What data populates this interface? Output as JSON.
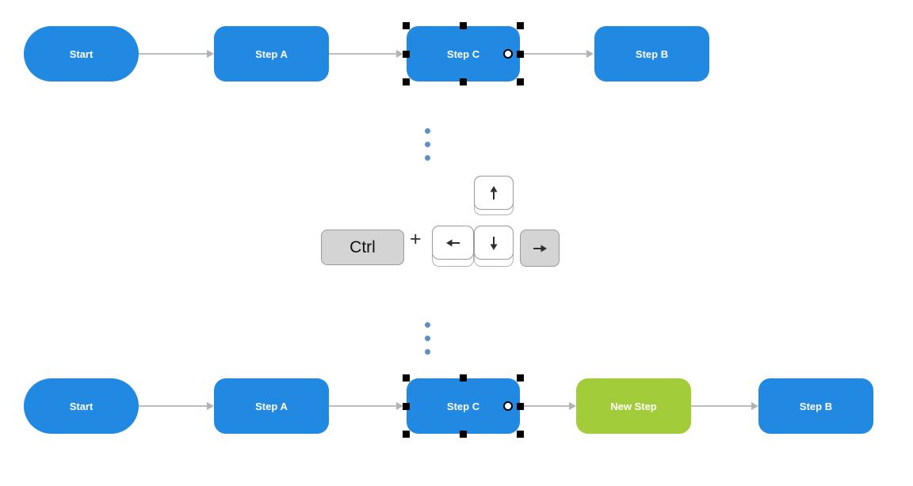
{
  "colors": {
    "node_blue": "#2289e3",
    "node_green": "#a3cc3a",
    "node_text": "#ffffff",
    "connector": "#bcbcbc",
    "connector_arrowhead": "#b3b3b3",
    "ellipsis_dot": "#5e8fc9",
    "key_pressed_fill": "#d4d4d4",
    "key_fill": "#ffffff",
    "key_border": "#999999",
    "key_glyph": "#2e2e2e",
    "selection_handle": "#000000"
  },
  "flow_before": {
    "nodes": [
      {
        "label": "Start",
        "shape": "stadium",
        "fill": "blue",
        "selected": false
      },
      {
        "label": "Step A",
        "shape": "rounded",
        "fill": "blue",
        "selected": false
      },
      {
        "label": "Step C",
        "shape": "rounded",
        "fill": "blue",
        "selected": true
      },
      {
        "label": "Step B",
        "shape": "rounded",
        "fill": "blue",
        "selected": false
      }
    ]
  },
  "shortcut": {
    "modifier_label": "Ctrl",
    "plus": "+",
    "arrow_keys": [
      {
        "name": "arrow-up",
        "pressed": false
      },
      {
        "name": "arrow-left",
        "pressed": false
      },
      {
        "name": "arrow-down",
        "pressed": false
      },
      {
        "name": "arrow-right",
        "pressed": true
      }
    ]
  },
  "flow_after": {
    "nodes": [
      {
        "label": "Start",
        "shape": "stadium",
        "fill": "blue",
        "selected": false
      },
      {
        "label": "Step A",
        "shape": "rounded",
        "fill": "blue",
        "selected": false
      },
      {
        "label": "Step C",
        "shape": "rounded",
        "fill": "blue",
        "selected": true
      },
      {
        "label": "New Step",
        "shape": "rounded",
        "fill": "green",
        "selected": false
      },
      {
        "label": "Step B",
        "shape": "rounded",
        "fill": "blue",
        "selected": false
      }
    ]
  },
  "separators": {
    "top_dots": 3,
    "bottom_dots": 3
  }
}
